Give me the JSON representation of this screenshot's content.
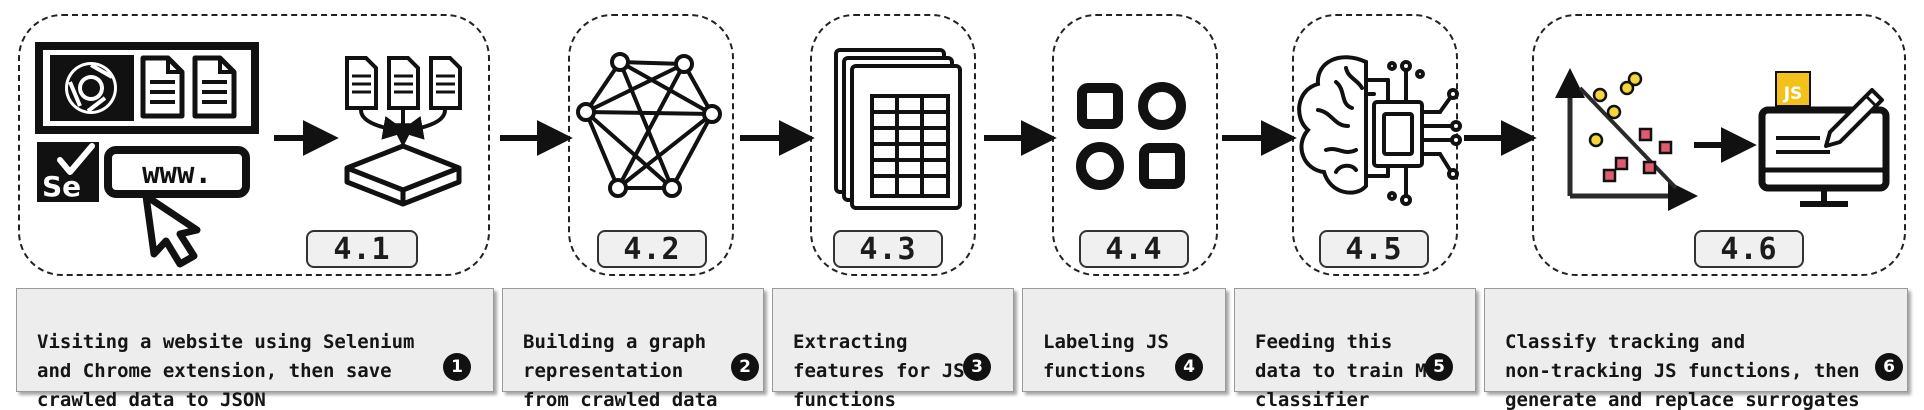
{
  "stages": [
    {
      "id": "4.1",
      "description": "Visiting a website using Selenium\nand Chrome extension, then save\ncrawled data to JSON",
      "marker": "1"
    },
    {
      "id": "4.2",
      "description": "Building a graph\nrepresentation\nfrom crawled data",
      "marker": "2"
    },
    {
      "id": "4.3",
      "description": "Extracting\nfeatures for JS\nfunctions",
      "marker": "3"
    },
    {
      "id": "4.4",
      "description": "Labeling JS\nfunctions",
      "marker": "4"
    },
    {
      "id": "4.5",
      "description": "Feeding this\ndata to train ML\nclassifier",
      "marker": "5"
    },
    {
      "id": "4.6",
      "description": "Classify tracking and\nnon-tracking JS functions, then\ngenerate and replace surrogates",
      "marker": "6"
    }
  ],
  "icons": {
    "url_text": "www.",
    "selenium_text": "Se",
    "js_text": "JS"
  },
  "colors": {
    "ink": "#111111",
    "js_badge": "#f2c21b",
    "tracking_dot": "#f5d53a",
    "non_tracking_dot": "#e05b6e"
  }
}
